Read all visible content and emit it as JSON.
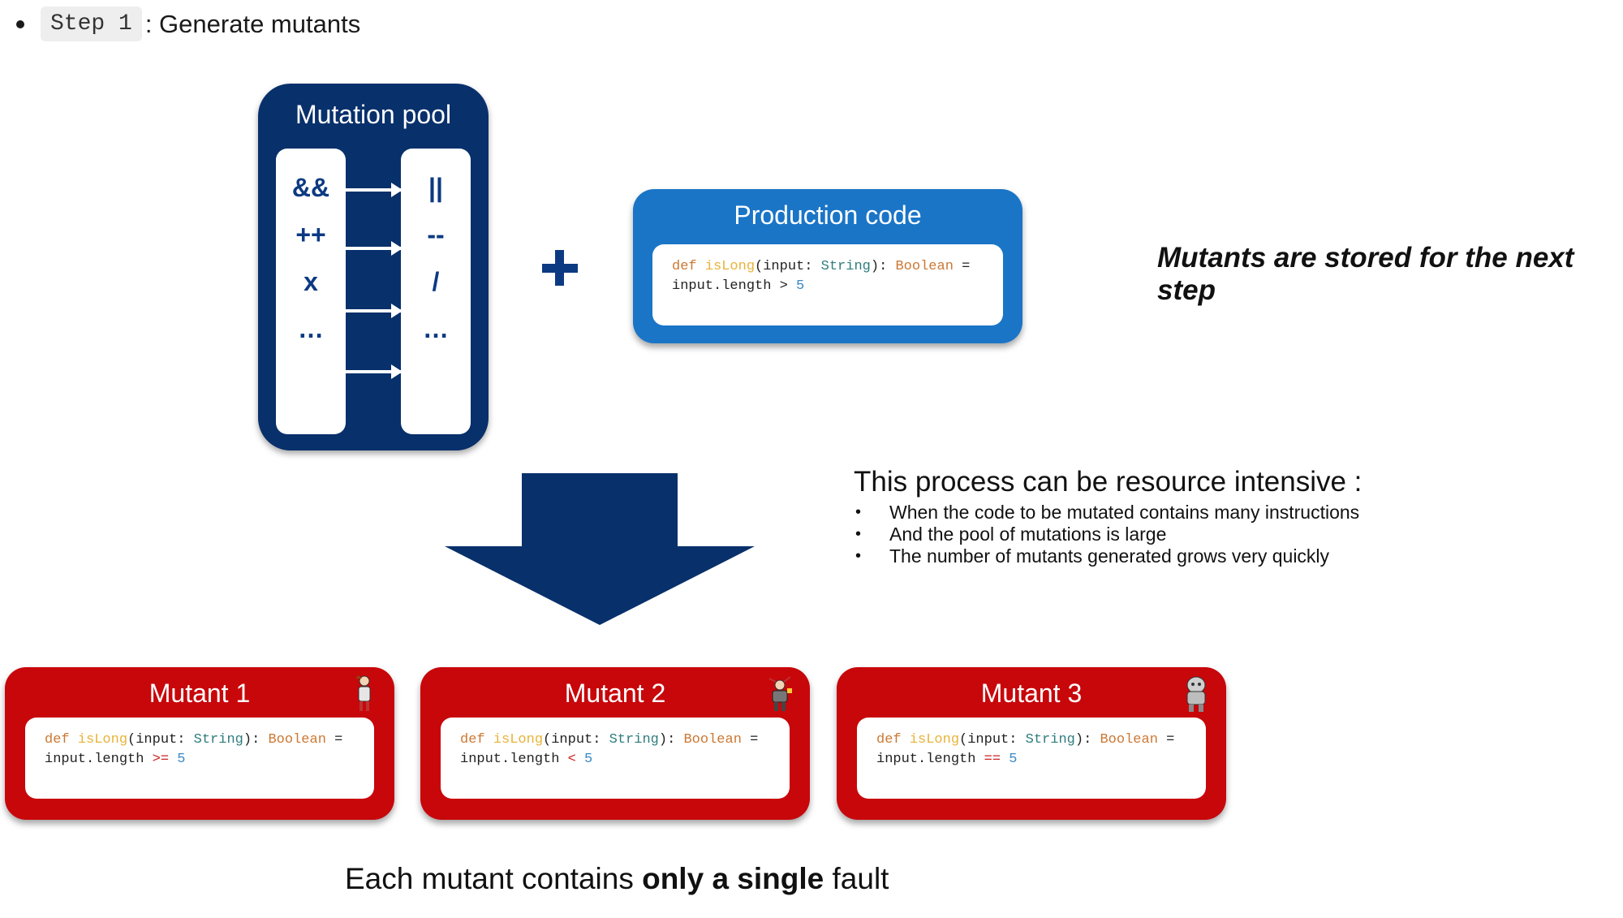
{
  "header": {
    "step_code": "Step 1",
    "step_desc": ": Generate mutants"
  },
  "mutation_pool": {
    "title": "Mutation pool",
    "from_ops": [
      "&&",
      "++",
      "x",
      "…"
    ],
    "to_ops": [
      "||",
      "--",
      "/",
      "…"
    ]
  },
  "production": {
    "title": "Production code",
    "code": {
      "kw": "def",
      "fn": "isLong",
      "param": "(input: ",
      "type": "String",
      "sep": "): ",
      "ret": "Boolean",
      "eq": " =",
      "line2": "input.length ",
      "op": ">",
      "num": "5"
    }
  },
  "stored_note": "Mutants are stored for the next step",
  "resource_note": {
    "title": "This process can be resource intensive :",
    "items": [
      "When the code to be mutated contains many instructions",
      "And the pool of mutations is large",
      "The number of mutants generated grows very quickly"
    ]
  },
  "mutants": [
    {
      "title": "Mutant 1",
      "op": ">="
    },
    {
      "title": "Mutant 2",
      "op": "<"
    },
    {
      "title": "Mutant 3",
      "op": "=="
    }
  ],
  "caption": {
    "part1": "Each mutant contains ",
    "bold": "only a single",
    "part2": " fault"
  },
  "colors": {
    "pool_bg": "#08306b",
    "production_bg": "#1a75c7",
    "mutant_bg": "#c8070b",
    "arrow": "#0c3a82"
  }
}
